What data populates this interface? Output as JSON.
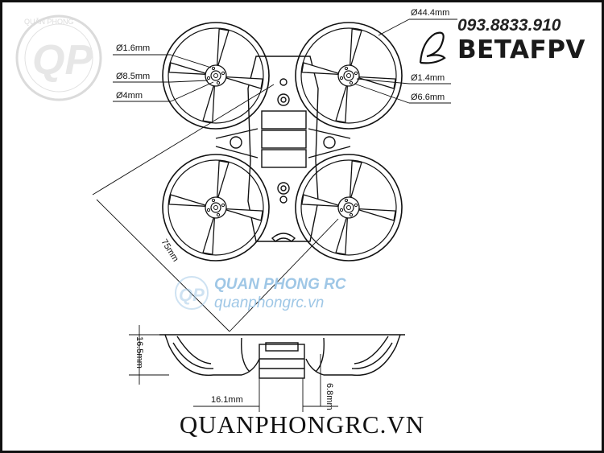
{
  "contact": {
    "phone": "093.8833.910"
  },
  "brand": {
    "name": "BETAFPV"
  },
  "watermark": {
    "line1": "QUAN PHONG RC",
    "line2": "quanphongrc.vn",
    "logo_text": "QP",
    "ring_text": "QUÂN PHONG"
  },
  "footer": {
    "site": "QUANPHONGRC.VN"
  },
  "dimensions": {
    "duct_diameter": "Ø44.4mm",
    "hole_small_left": "Ø1.6mm",
    "hub_diameter": "Ø8.5mm",
    "motor_hole": "Ø4mm",
    "hole_small_right": "Ø1.4mm",
    "mount_right": "Ø6.6mm",
    "wheelbase": "75mm",
    "height": "16.5mm",
    "bottom_width": "16.1mm",
    "bottom_depth": "6.8mm"
  }
}
